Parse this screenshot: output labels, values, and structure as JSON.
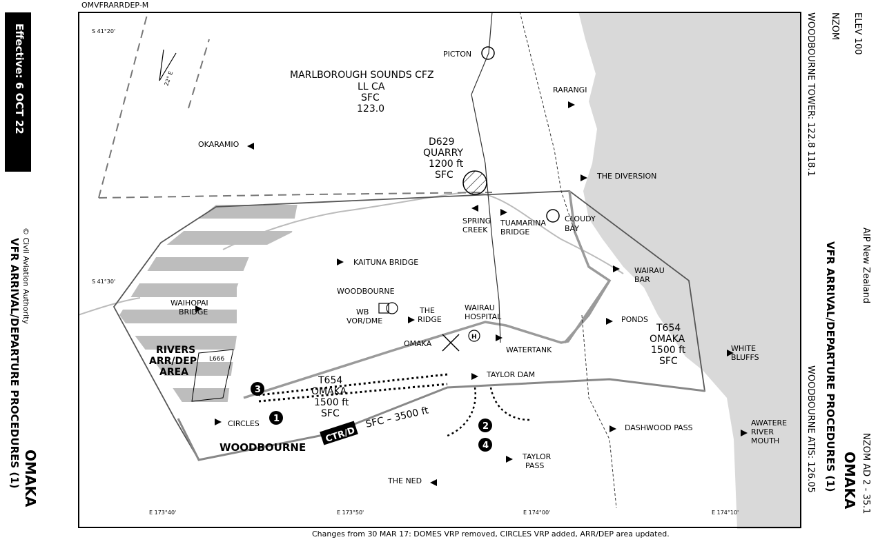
{
  "chart_id": "OMVFRARRDEP-M",
  "effective": "Effective: 6 OCT 22",
  "left_margin": {
    "copyright": "© Civil Aviation Authority",
    "chart_title": "VFR ARRIVAL/DEPARTURE PROCEDURES (1)",
    "aerodrome": "OMAKA"
  },
  "right_margin": {
    "elev": "ELEV 100",
    "icao": "NZOM",
    "tower": "WOODBOURNE TOWER: 122.8  118.1",
    "publication": "AIP New Zealand",
    "chart_title": "VFR ARRIVAL/DEPARTURE PROCEDURES (1)",
    "aerodrome": "OMAKA",
    "atis": "WOODBOURNE ATIS: 126.05",
    "page_ref": "NZOM AD 2 - 35.1"
  },
  "footer_note": "Changes from 30 MAR 17: DOMES VRP removed, CIRCLES VRP added, ARR/DEP area updated.",
  "latitudes": [
    "S 41°20'",
    "S 41°30'"
  ],
  "longitudes": [
    "E 173°40'",
    "E 173°50'",
    "E 174°00'",
    "E 174°10'"
  ],
  "north_arrow": "22° E",
  "cfz": {
    "name": "MARLBOROUGH SOUNDS CFZ",
    "limit": "LL CA",
    "base": "SFC",
    "freq": "123.0"
  },
  "d629": {
    "name": "D629",
    "desc": "QUARRY",
    "upper": "1200 ft",
    "lower": "SFC"
  },
  "t654_east": {
    "name": "T654",
    "desc": "OMAKA",
    "upper": "1500 ft",
    "lower": "SFC"
  },
  "t654_runway": {
    "name": "T654",
    "desc": "OMAKA",
    "upper": "1500 ft",
    "lower": "SFC"
  },
  "rivers_area": [
    "RIVERS",
    "ARR/DEP",
    "AREA"
  ],
  "l666": "L666",
  "ctr": {
    "name": "WOODBOURNE",
    "tag": "CTR/D",
    "limits": "SFC  –  3500  ft"
  },
  "procedures": [
    "1",
    "2",
    "3",
    "4"
  ],
  "places": {
    "picton": "PICTON",
    "okaramio": "OKARAMIO",
    "rarangi": "RARANGI",
    "the_diversion": "THE DIVERSION",
    "spring_creek": [
      "SPRING",
      "CREEK"
    ],
    "tuamarina": [
      "TUAMARINA",
      "BRIDGE"
    ],
    "cloudy_bay": [
      "CLOUDY",
      "BAY"
    ],
    "kaituna": "KAITUNA BRIDGE",
    "wairau_bar": [
      "WAIRAU",
      "BAR"
    ],
    "woodbourne": "WOODBOURNE",
    "waihopai": [
      "WAIHOPAI",
      "BRIDGE"
    ],
    "wb_vor": [
      "WB",
      "VOR/DME"
    ],
    "the_ridge": [
      "THE",
      "RIDGE"
    ],
    "wairau_hospital": [
      "WAIRAU",
      "HOSPITAL"
    ],
    "ponds": "PONDS",
    "omaka": "OMAKA",
    "watertank": "WATERTANK",
    "white_bluffs": [
      "WHITE",
      "BLUFFS"
    ],
    "taylor_dam": "TAYLOR DAM",
    "circles": "CIRCLES",
    "dashwood": "DASHWOOD PASS",
    "awatere": [
      "AWATERE",
      "RIVER",
      "MOUTH"
    ],
    "taylor_pass": [
      "TAYLOR",
      "PASS"
    ],
    "the_ned": "THE NED",
    "heli": "H"
  },
  "colors": {
    "sea": "#d9d9d9",
    "hatch": "#bdbdbd",
    "route": "#9a9a9a"
  }
}
